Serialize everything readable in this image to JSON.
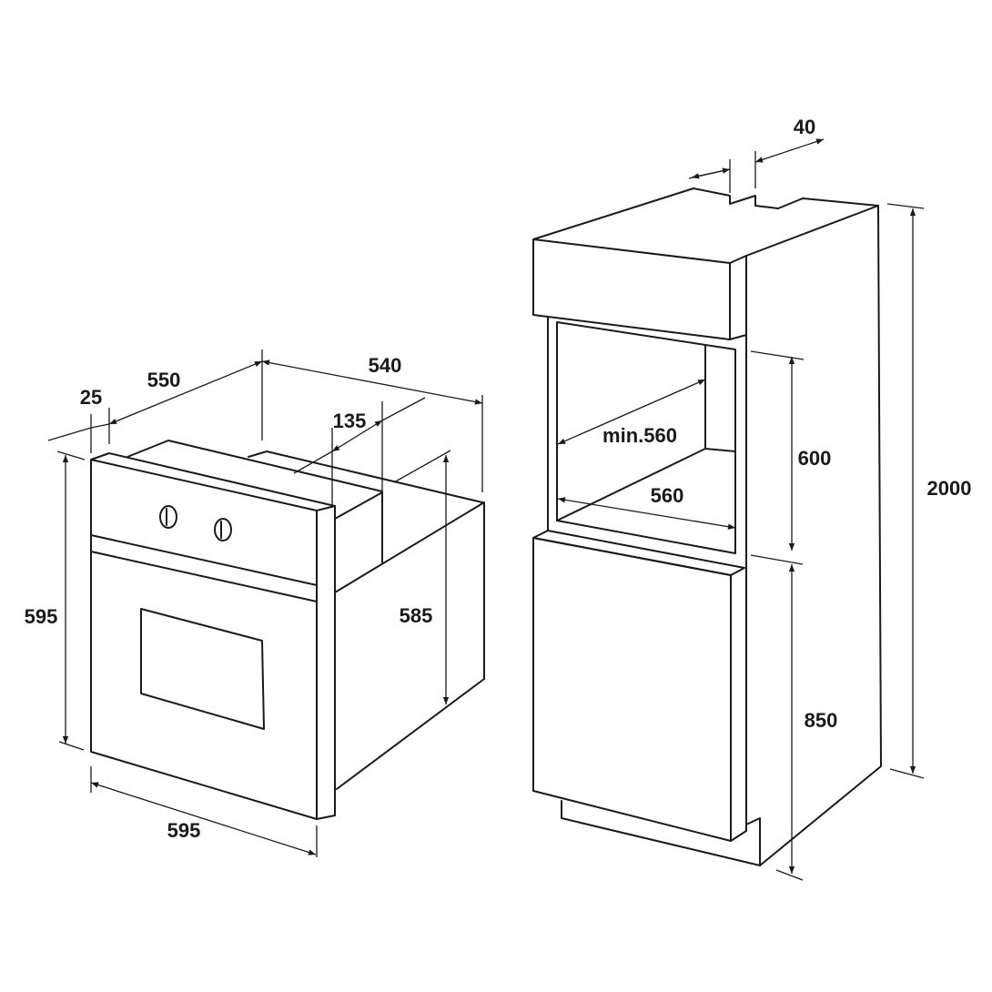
{
  "oven": {
    "labels": {
      "front_thickness": "25",
      "depth_total": "550",
      "body_depth": "540",
      "control_offset": "135",
      "front_height": "595",
      "body_height": "585",
      "front_width": "595"
    }
  },
  "cabinet": {
    "labels": {
      "rear_gap": "40",
      "niche_depth": "min.560",
      "niche_width": "560",
      "niche_height": "600",
      "base_height": "850",
      "total_height": "2000"
    }
  },
  "colors": {
    "line": "#1a1a1a",
    "background": "#ffffff"
  }
}
